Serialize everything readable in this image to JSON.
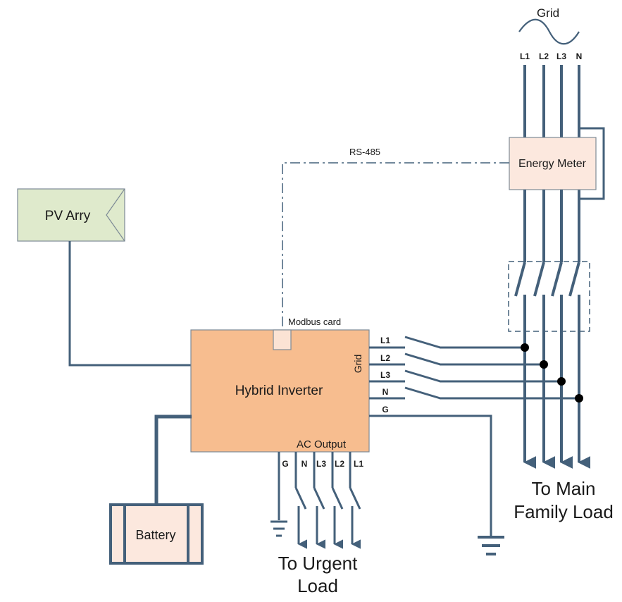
{
  "grid": {
    "title": "Grid",
    "phases": [
      "L1",
      "L2",
      "L3",
      "N"
    ]
  },
  "energy_meter": {
    "label": "Energy Meter"
  },
  "comm": {
    "label": "RS-485"
  },
  "pv": {
    "label": "PV Arry"
  },
  "inverter": {
    "label": "Hybrid Inverter",
    "modbus_label": "Modbus card",
    "grid_side_label": "Grid",
    "grid_terminals": [
      "L1",
      "L2",
      "L3",
      "N",
      "G"
    ],
    "ac_output_label": "AC Output",
    "ac_output_terminals": [
      "G",
      "N",
      "L3",
      "L2",
      "L1"
    ]
  },
  "battery": {
    "label": "Battery"
  },
  "loads": {
    "main_line1": "To Main",
    "main_line2": "Family Load",
    "urgent_line1": "To Urgent",
    "urgent_line2": "Load"
  }
}
